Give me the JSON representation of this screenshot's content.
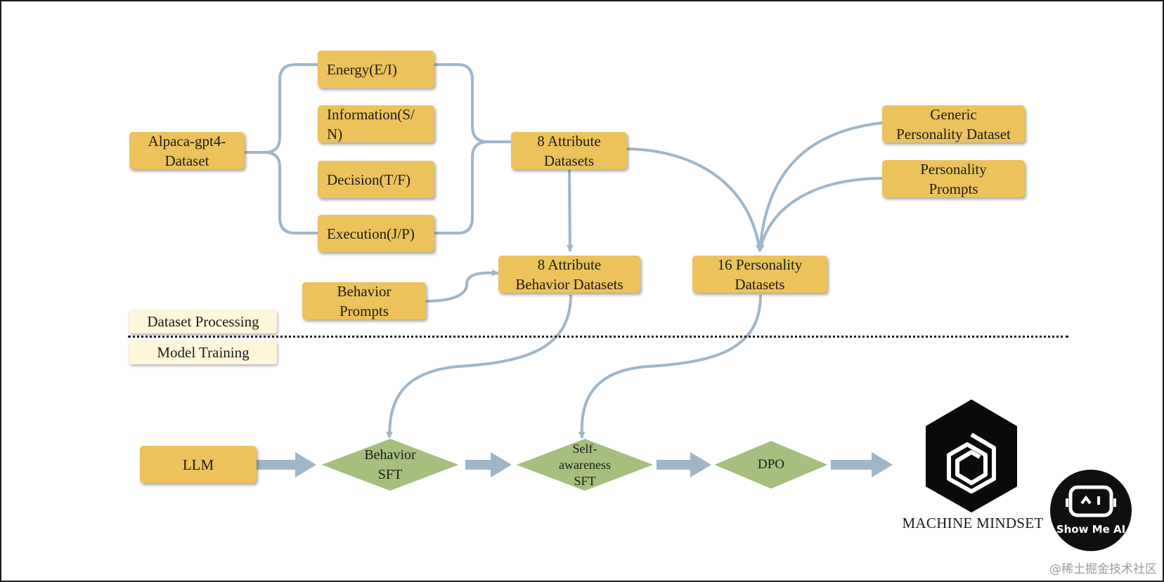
{
  "nodes": {
    "alpaca": "Alpaca-gpt4-\nDataset",
    "energy": "Energy(E/I)",
    "information": "Information(S/\nN)",
    "decision": "Decision(T/F)",
    "execution": "Execution(J/P)",
    "attr8": "8 Attribute\nDatasets",
    "attr8_behavior": "8 Attribute\nBehavior Datasets",
    "behavior_prompts": "Behavior\nPrompts",
    "personality16": "16 Personality\nDatasets",
    "generic_personality": "Generic\nPersonality Dataset",
    "personality_prompts": "Personality\nPrompts",
    "llm": "LLM",
    "behavior_sft": "Behavior\nSFT",
    "self_awareness_sft": "Self-\nawareness\nSFT",
    "dpo": "DPO"
  },
  "stages": {
    "dataset_processing": "Dataset Processing",
    "model_training": "Model Training"
  },
  "brand": {
    "name": "MACHINE MINDSET",
    "robot_label": "Show Me AI"
  },
  "watermark": "@稀土掘金技术社区",
  "colors": {
    "box": "#ebc35a",
    "diamond": "#a6bf7e",
    "edge": "#9fb6c9",
    "stage_label": "#fdf6d8"
  }
}
